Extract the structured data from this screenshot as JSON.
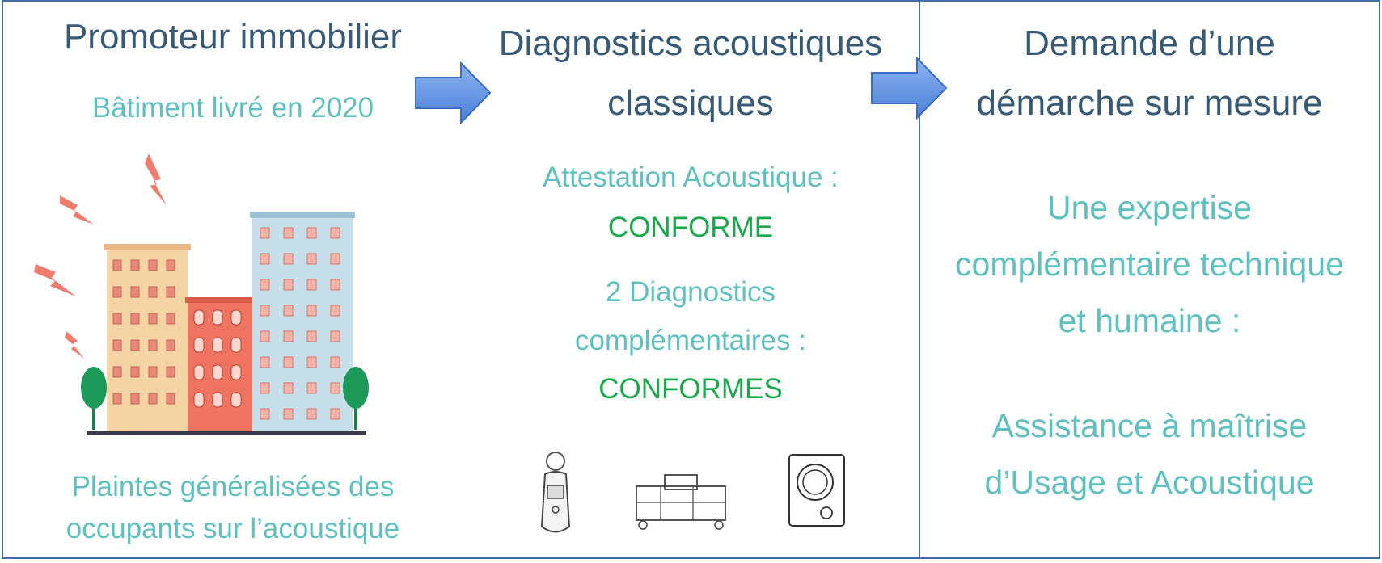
{
  "panels": [
    {
      "title": "Promoteur immobilier",
      "subtitle": "Bâtiment livré en 2020",
      "footer": [
        "Plaintes généralisées des",
        "occupants sur l’acoustique"
      ]
    },
    {
      "title": [
        "Diagnostics acoustiques",
        "classiques"
      ],
      "attestation_label": "Attestation Acoustique :",
      "attestation_result": "CONFORME",
      "diagnostics_label": [
        "2 Diagnostics",
        "complémentaires :"
      ],
      "diagnostics_result": "CONFORMES"
    },
    {
      "title": [
        "Demande d’une",
        "démarche sur mesure"
      ],
      "expertise": [
        "Une expertise",
        "complémentaire technique",
        "et humaine :"
      ],
      "assistance": [
        "Assistance à maîtrise",
        "d’Usage et Acoustique"
      ]
    }
  ],
  "colors": {
    "border": "#3d6ea8",
    "title": "#375a77",
    "teal_text": "#5fc0c0",
    "green_text": "#19a84a",
    "arrow": "#5b8ee0"
  },
  "icons": [
    "lightning-icon",
    "building-illustration",
    "tree-icon",
    "sound-level-meter-icon",
    "measurement-rig-icon",
    "acoustic-source-icon",
    "flow-arrow-icon"
  ]
}
